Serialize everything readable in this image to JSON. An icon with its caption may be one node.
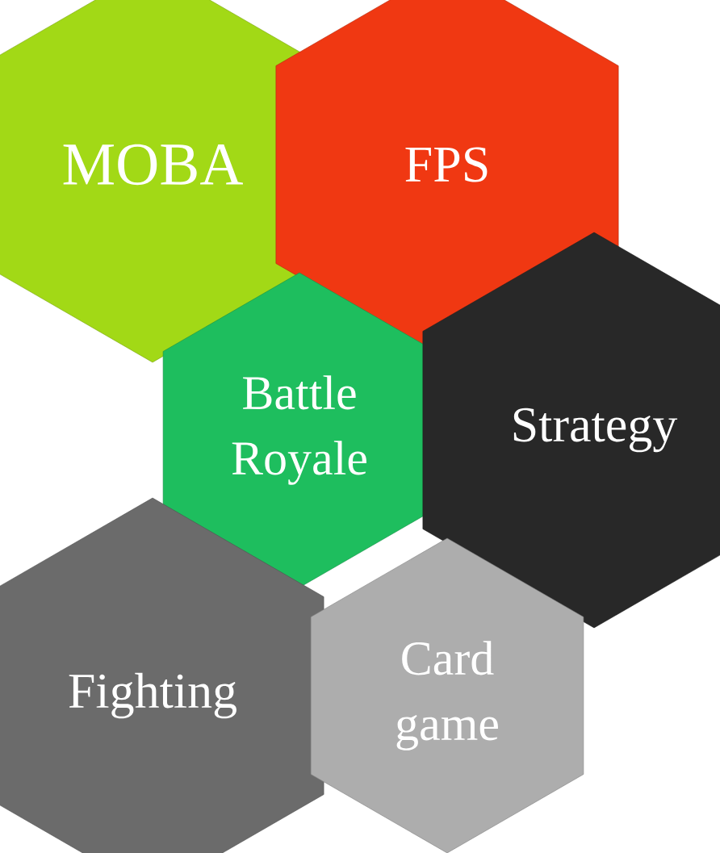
{
  "diagram": {
    "nodes": [
      {
        "text": [
          "MOBA"
        ]
      },
      {
        "text": [
          "FPS"
        ]
      },
      {
        "text": [
          "Battle Royale"
        ]
      },
      {
        "text": [
          "Strategy"
        ]
      },
      {
        "text": [
          "Fighting"
        ]
      },
      {
        "text": [
          "Card game"
        ]
      }
    ]
  }
}
